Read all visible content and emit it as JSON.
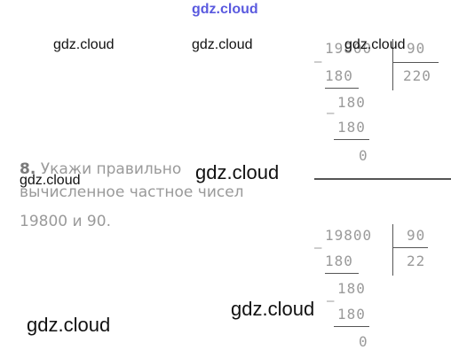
{
  "watermarks": {
    "top": "gdz.cloud",
    "w1": "gdz.cloud",
    "w2": "gdz.cloud",
    "w3": "gdz.cloud",
    "w4": "gdz.cloud",
    "w5": "gdz.cloud",
    "w6": "gdz.cloud",
    "w7": "gdz.cloud"
  },
  "task": {
    "number": "8.",
    "line1": "Укажи правильно",
    "line2": "вычисленное частное чисел",
    "line3": "19800 и 90."
  },
  "division_a": {
    "dividend": "19800",
    "divisor": "90",
    "quotient": "220",
    "step1": "180",
    "step2": "180",
    "step3": "180",
    "remainder": "0",
    "minus": "–"
  },
  "division_b": {
    "dividend": "19800",
    "divisor": "90",
    "quotient": "22",
    "step1": "180",
    "step2": "180",
    "step3": "180",
    "remainder": "0",
    "minus": "–"
  }
}
